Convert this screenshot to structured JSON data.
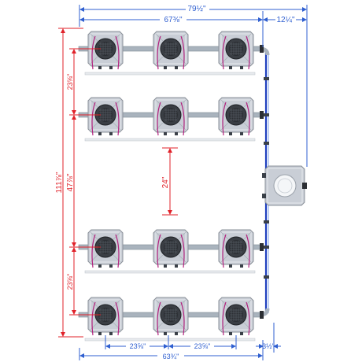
{
  "colors": {
    "dimension_blue": "#2f5fd0",
    "dimension_red": "#e0222a",
    "bucket_fill": "#c9ced6",
    "bucket_edge": "#8a9099",
    "lid_dark": "#2c2f34",
    "pipe_gray": "#a9b3bd",
    "tube_purple": "#b3237f",
    "return_line_blue": "#1f3fbf"
  },
  "icons": {
    "bucket": "square-bucket-with-net-pot",
    "controller": "reservoir-control-bucket"
  },
  "dimensions": {
    "overall_width": "79½\"",
    "grid_width": "67⅜\"",
    "controller_offset": "12¼\"",
    "overall_height": "111⅞\"",
    "inner_height": "47⅞\"",
    "row_spacing_top": "23⅝\"",
    "row_spacing_bottom": "23⅝\"",
    "aisle_gap": "24\"",
    "column_spacing_left": "23⅝\"",
    "column_spacing_right": "23⅝\"",
    "bottom_width": "63¾\"",
    "side_offset": "3½\""
  }
}
